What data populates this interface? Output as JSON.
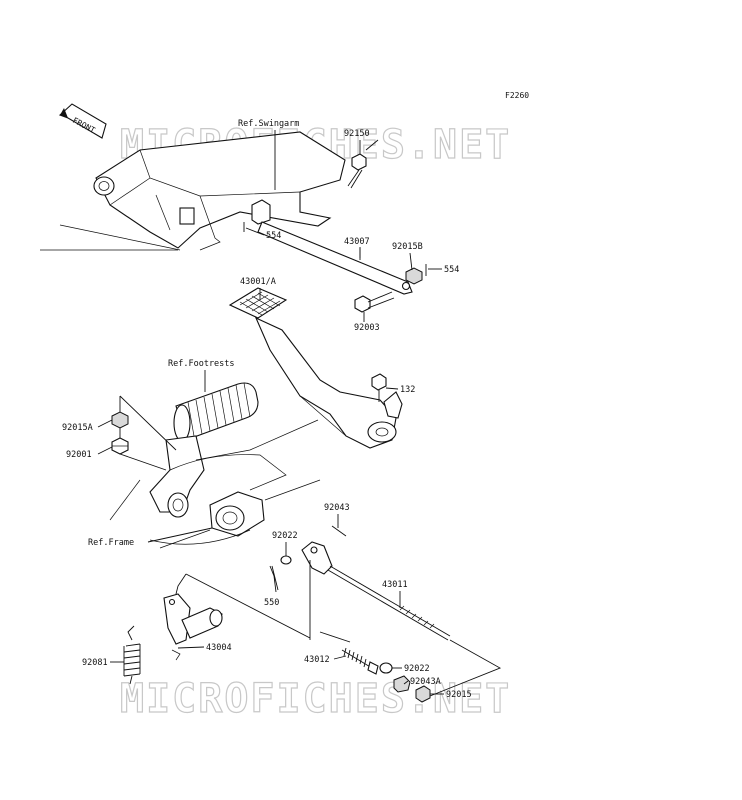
{
  "figure_code": "F2260",
  "front_marker": "FRONT",
  "watermarks": [
    "MICROFICHES.NET",
    "MICROFICHES.NET"
  ],
  "refs": {
    "swingarm": "Ref.Swingarm",
    "footrests": "Ref.Footrests",
    "frame": "Ref.Frame"
  },
  "parts": {
    "p92150": "92150",
    "p554a": "554",
    "p43007": "43007",
    "p92015b": "92015B",
    "p554b": "554",
    "p43001": "43001/A",
    "p92003": "92003",
    "p132": "132",
    "p92015a": "92015A",
    "p92001": "92001",
    "p92043": "92043",
    "p92022a": "92022",
    "p43011": "43011",
    "p550": "550",
    "p43004": "43004",
    "p92081": "92081",
    "p43012": "43012",
    "p92022b": "92022",
    "p92043a": "92043A",
    "p92015": "92015"
  }
}
